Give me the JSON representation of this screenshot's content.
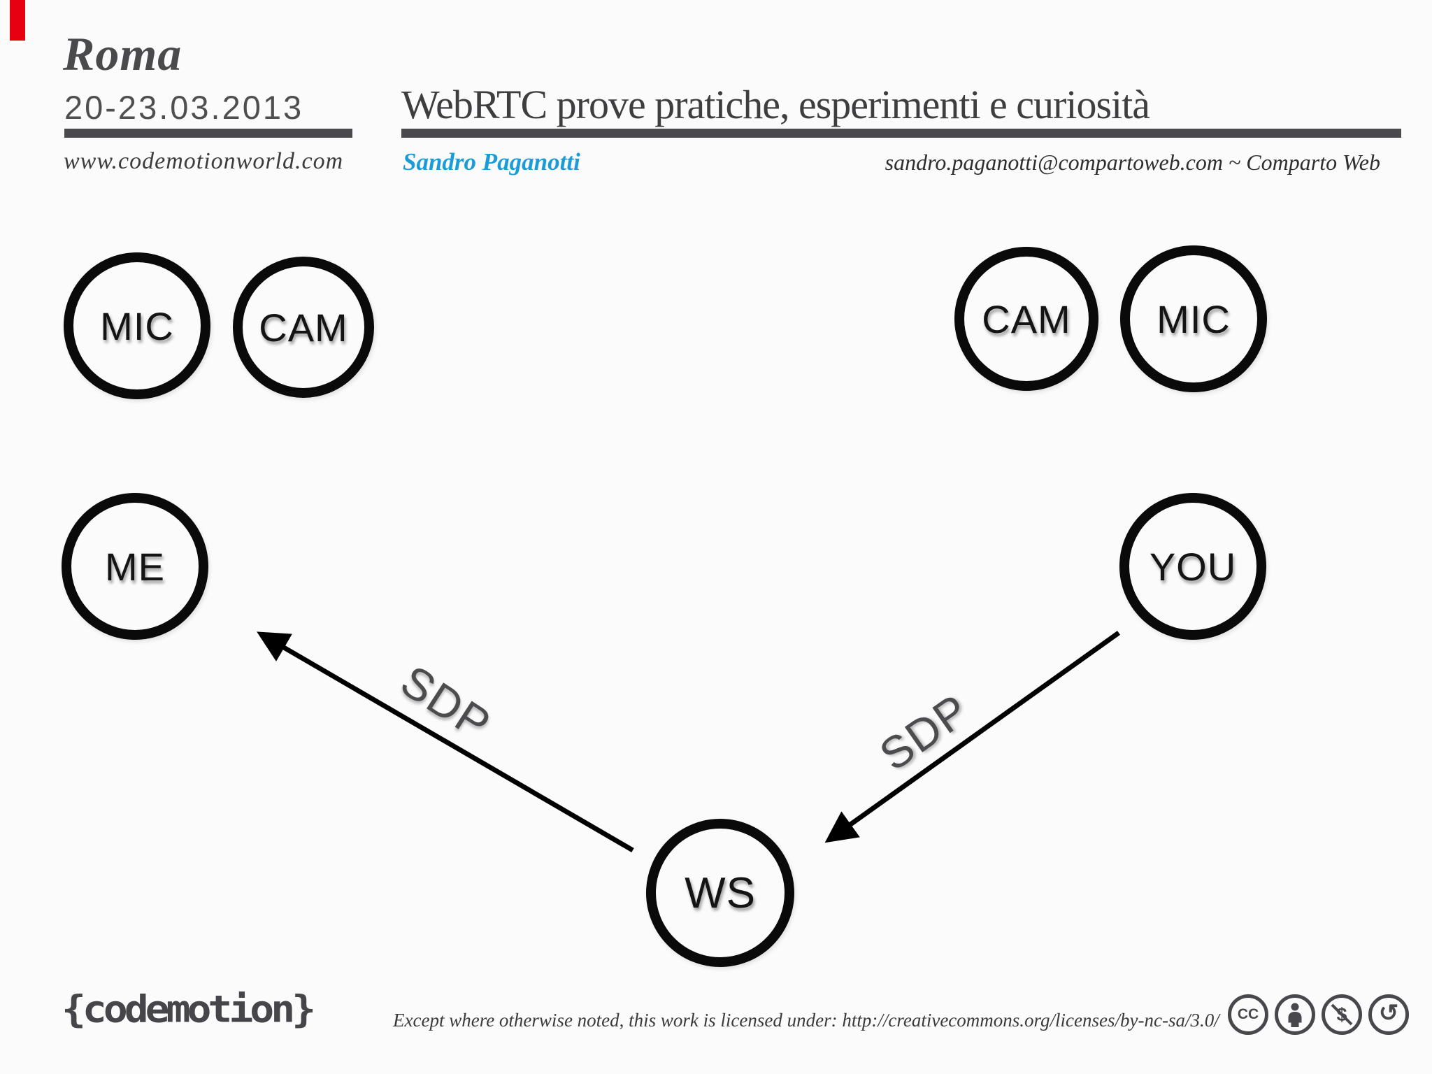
{
  "header": {
    "event_city": "Roma",
    "event_dates": "20-23.03.2013",
    "event_site": "www.codemotionworld.com",
    "talk_title": "WebRTC prove pratiche, esperimenti e curiosità",
    "speaker": "Sandro Paganotti",
    "contact": "sandro.paganotti@compartoweb.com  ~ Comparto Web"
  },
  "diagram": {
    "type": "node-link",
    "nodes": [
      {
        "id": "mic-left",
        "label": "MIC"
      },
      {
        "id": "cam-left",
        "label": "CAM"
      },
      {
        "id": "cam-right",
        "label": "CAM"
      },
      {
        "id": "mic-right",
        "label": "MIC"
      },
      {
        "id": "me",
        "label": "ME"
      },
      {
        "id": "you",
        "label": "YOU"
      },
      {
        "id": "ws",
        "label": "WS"
      }
    ],
    "edges": [
      {
        "from": "ws",
        "to": "me",
        "label": "SDP"
      },
      {
        "from": "you",
        "to": "ws",
        "label": "SDP"
      }
    ]
  },
  "footer": {
    "logo_text": "{codemotion}",
    "license_text": "Except where otherwise noted, this work is licensed under: http://creativecommons.org/licenses/by-nc-sa/3.0/",
    "cc_label": "CC",
    "nc_symbol": "$",
    "sa_symbol": "↺",
    "cc_icon_names": [
      "cc-icon",
      "attribution-icon",
      "non-commercial-icon",
      "share-alike-icon"
    ]
  },
  "colors": {
    "accent_blue": "#1b9cd8",
    "rec_marker_red": "#e60012",
    "rule_gray": "#4a4a4c",
    "ink": "#3e3e40",
    "node_stroke": "#0a0a0a"
  }
}
